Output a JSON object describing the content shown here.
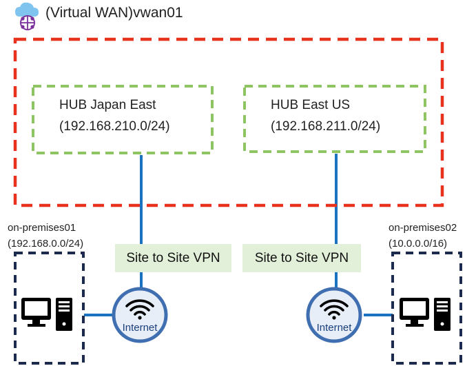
{
  "title": "(Virtual WAN)vwan01",
  "hubs": [
    {
      "name": "HUB Japan East",
      "cidr": "(192.168.210.0/24)"
    },
    {
      "name": "HUB East US",
      "cidr": "(192.168.211.0/24)"
    }
  ],
  "onprem": [
    {
      "name": "on-premises01",
      "cidr": "(192.168.0.0/24)"
    },
    {
      "name": "on-premises02",
      "cidr": "(10.0.0.0/16)"
    }
  ],
  "vpn_labels": [
    "Site to Site VPN",
    "Site to Site VPN"
  ],
  "internet_label": "Internet",
  "colors": {
    "vwan_border": "#e8321e",
    "hub_border": "#8fc463",
    "onprem_border": "#1c2a4f",
    "link_line": "#1b72c0",
    "vpn_bg": "#e2efd9",
    "internet_ring": "#3f6fb0",
    "internet_fill": "#e7eef8",
    "vwan_icon": "#7b2f9c"
  },
  "icons": [
    "virtual-wan-icon",
    "computer-icon",
    "wifi-icon"
  ]
}
